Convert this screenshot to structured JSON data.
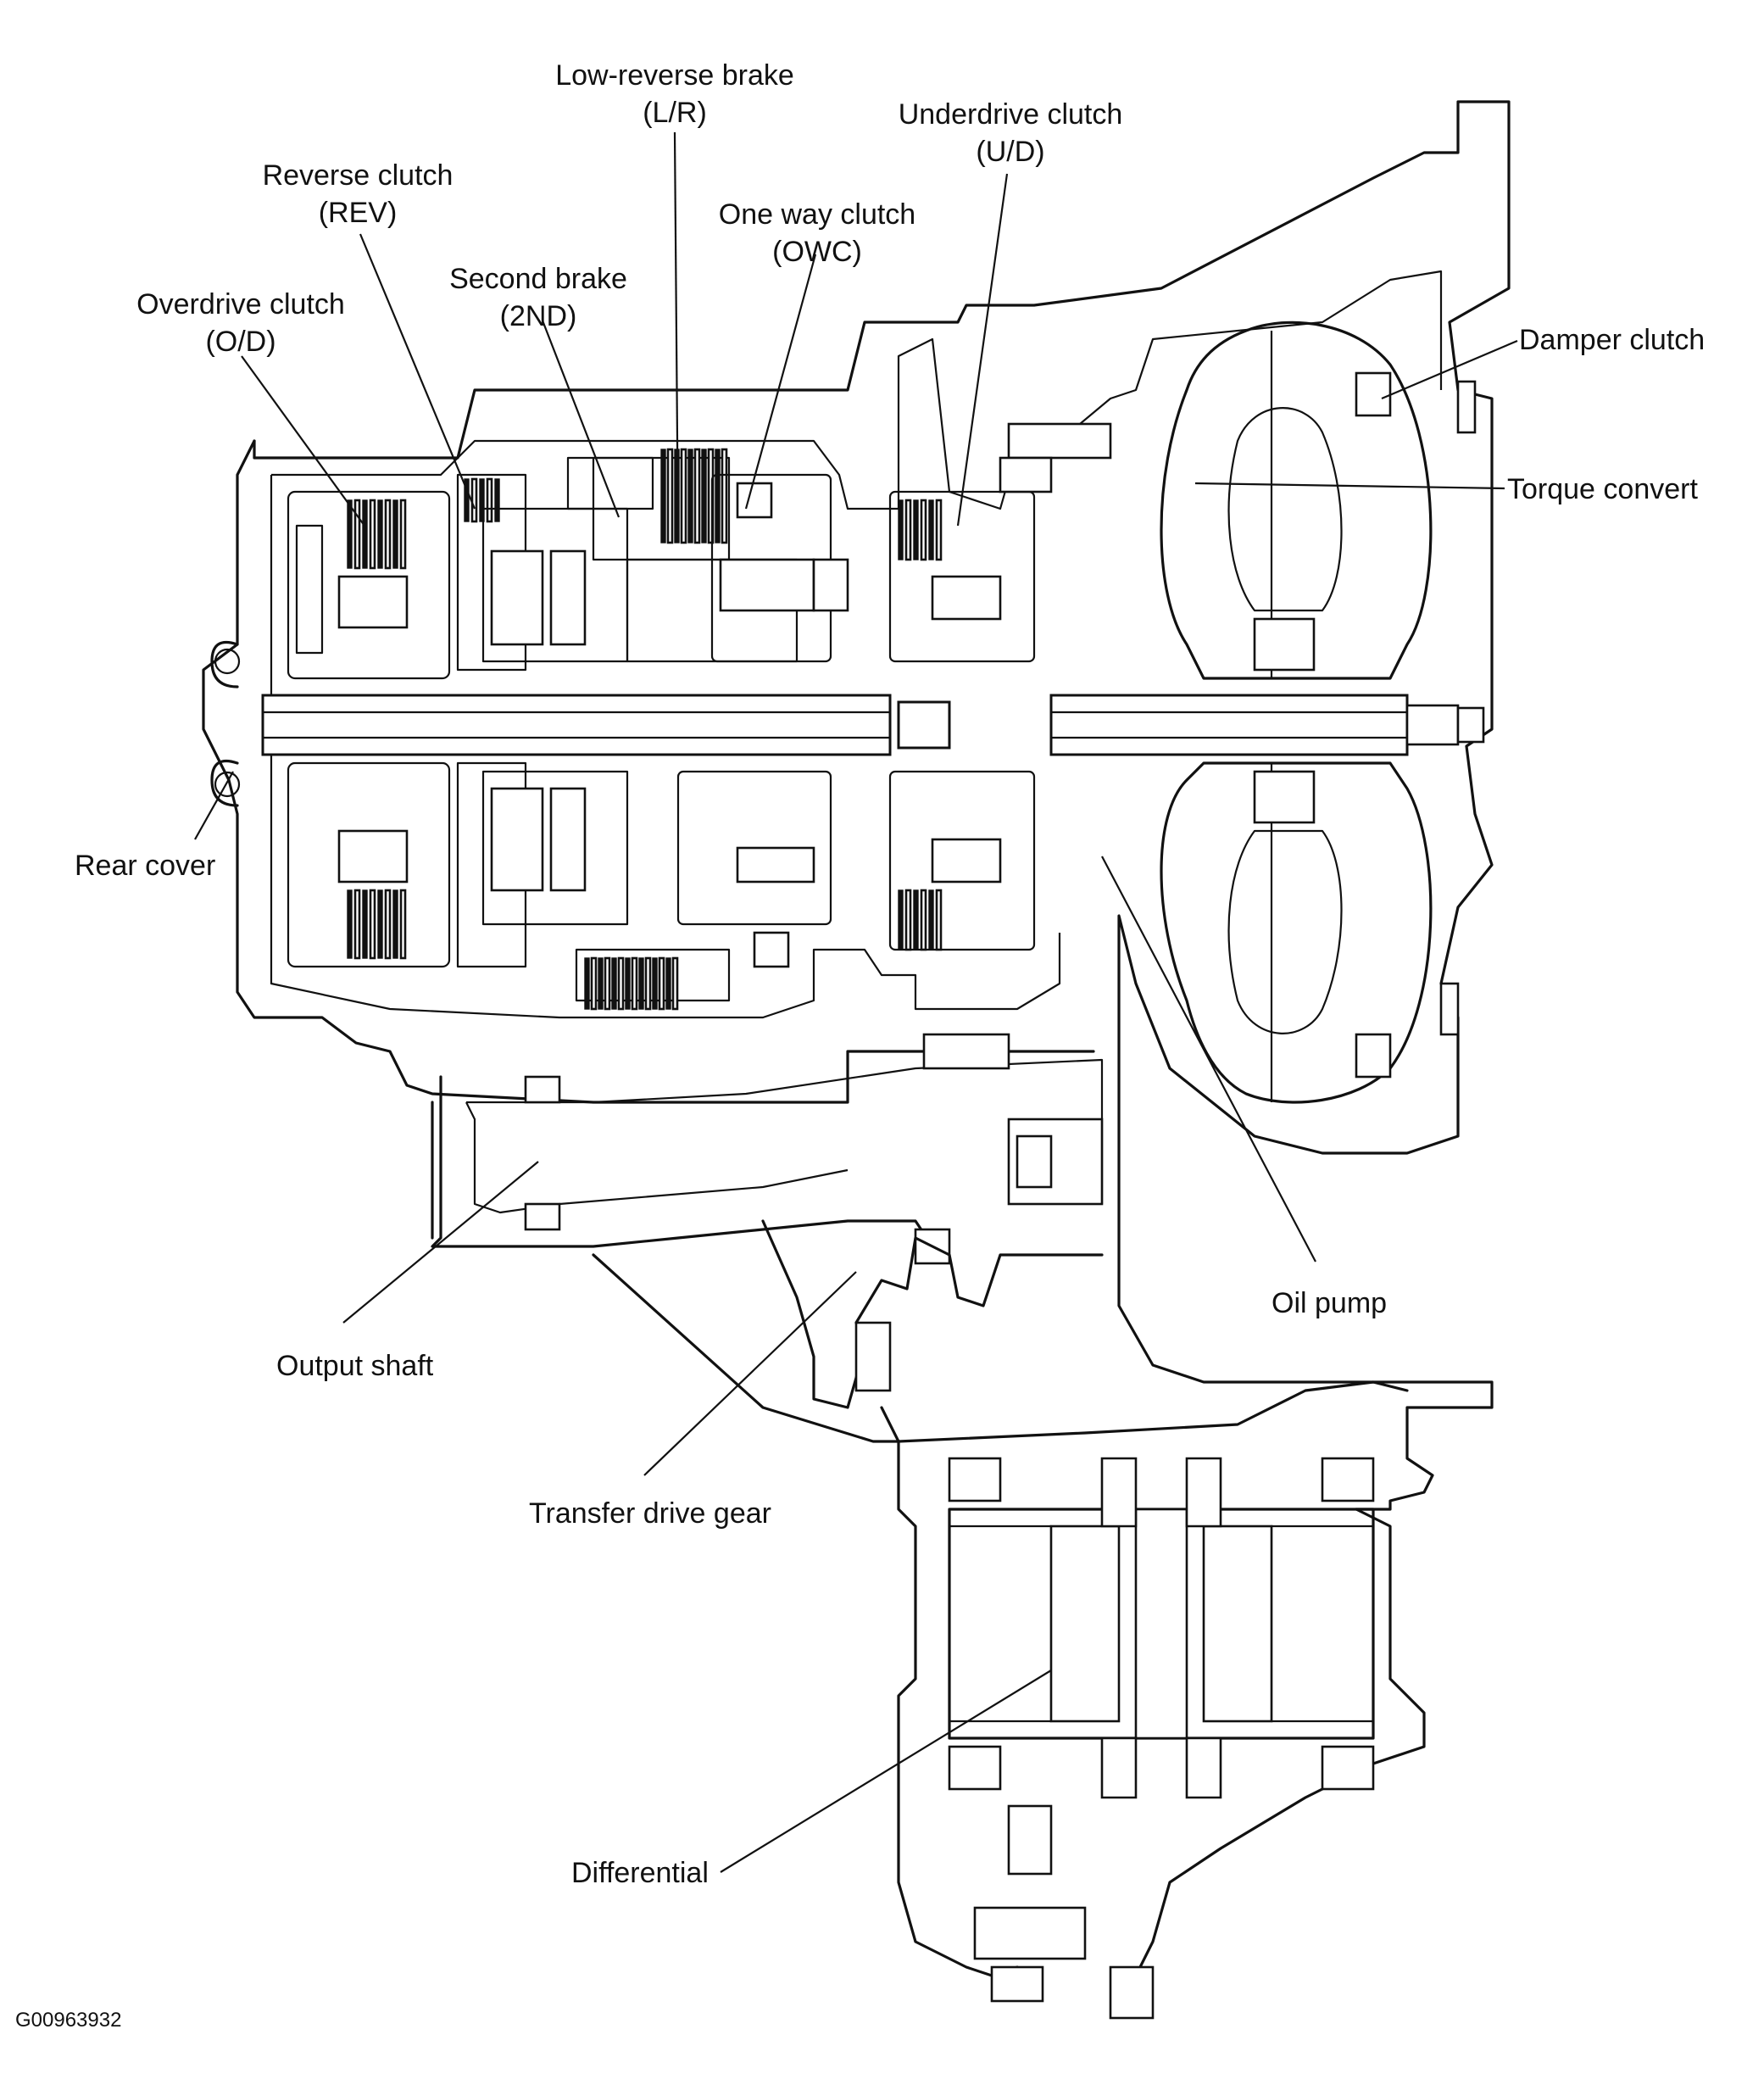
{
  "labels": {
    "low_reverse_brake": "Low-reverse brake",
    "low_reverse_brake_code": "(L/R)",
    "underdrive_clutch": "Underdrive clutch",
    "underdrive_clutch_code": "(U/D)",
    "reverse_clutch": "Reverse clutch",
    "reverse_clutch_code": "(REV)",
    "one_way_clutch": "One way clutch",
    "one_way_clutch_code": "(OWC)",
    "second_brake": "Second brake",
    "second_brake_code": "(2ND)",
    "overdrive_clutch": "Overdrive clutch",
    "overdrive_clutch_code": "(O/D)",
    "damper_clutch": "Damper clutch",
    "torque_converter": "Torque convert",
    "rear_cover": "Rear cover",
    "oil_pump": "Oil pump",
    "output_shaft": "Output shaft",
    "transfer_drive_gear": "Transfer drive gear",
    "differential": "Differential"
  },
  "figure_id": "G00963932"
}
